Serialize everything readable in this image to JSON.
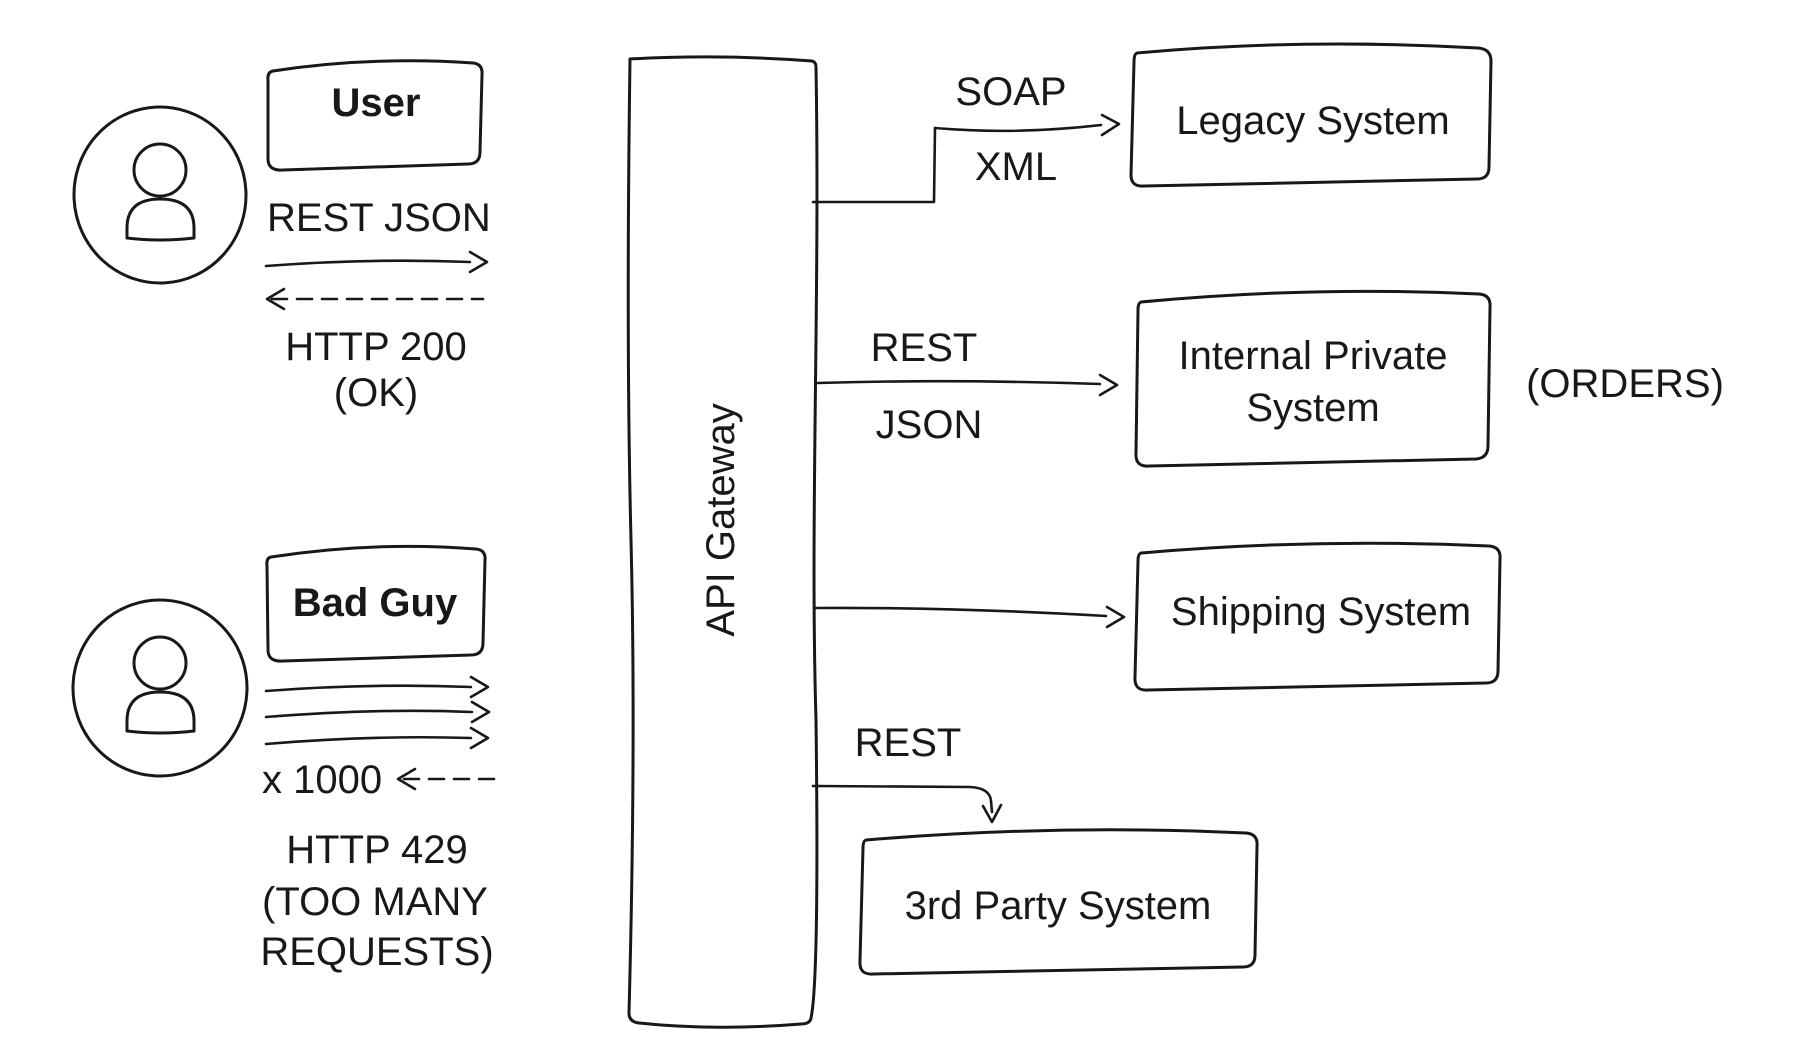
{
  "colors": {
    "ink": "#17181c",
    "background": "#ffffff"
  },
  "actors": {
    "user": {
      "label": "User",
      "request_label": "REST JSON",
      "response_line1": "HTTP 200",
      "response_line2": "(OK)"
    },
    "bad_guy": {
      "label": "Bad Guy",
      "multiplier": "x 1000",
      "response_line1": "HTTP 429",
      "response_line2": "(TOO MANY",
      "response_line3": "REQUESTS)"
    }
  },
  "gateway": {
    "label": "API Gateway"
  },
  "systems": {
    "legacy": {
      "label": "Legacy System",
      "protocol_line1": "SOAP",
      "protocol_line2": "XML"
    },
    "internal": {
      "label_line1": "Internal Private",
      "label_line2": "System",
      "note": "(ORDERS)",
      "protocol_line1": "REST",
      "protocol_line2": "JSON"
    },
    "shipping": {
      "label": "Shipping System"
    },
    "third_party": {
      "label": "3rd Party System",
      "protocol": "REST"
    }
  }
}
